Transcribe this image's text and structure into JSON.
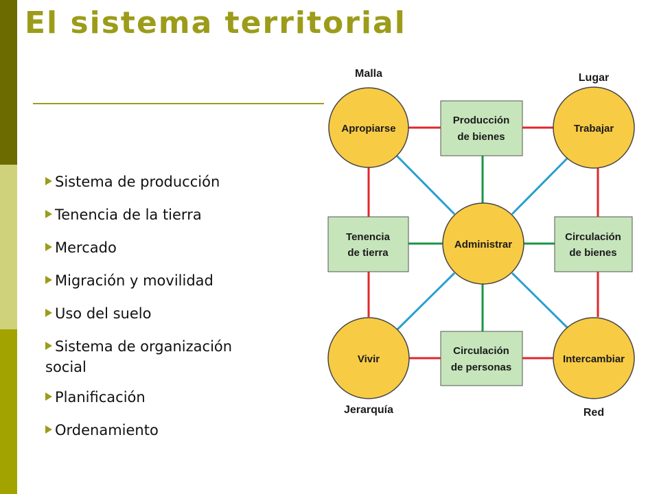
{
  "slide": {
    "title": "El sistema territorial",
    "bullets": [
      "Sistema de producción",
      "Tenencia de la tierra",
      "Mercado",
      "Migración y movilidad",
      "Uso del suelo",
      "Sistema de organización social",
      "Planificación",
      "Ordenamiento"
    ]
  },
  "diagram": {
    "corners": {
      "malla": "Malla",
      "lugar": "Lugar",
      "jerarquia": "Jerarquía",
      "red": "Red"
    },
    "circles": {
      "apropiarse": "Apropiarse",
      "trabajar": "Trabajar",
      "administrar": "Administrar",
      "vivir": "Vivir",
      "intercambiar": "Intercambiar"
    },
    "boxes": {
      "produccion": [
        "Producción",
        "de bienes"
      ],
      "tenencia": [
        "Tenencia",
        "de tierra"
      ],
      "circ_bienes": [
        "Circulación",
        "de bienes"
      ],
      "circ_personas": [
        "Circulación",
        "de personas"
      ]
    }
  },
  "colors": {
    "strip_top": "#6b6b00",
    "strip_mid": "#cfd27a",
    "strip_bottom": "#a3a300",
    "title": "#9c9c1a",
    "circle_fill": "#f8cb45",
    "box_fill": "#c6e5bb",
    "red_line": "#e2262b",
    "blue_line": "#2a9fd0",
    "green_line": "#1a9444"
  }
}
